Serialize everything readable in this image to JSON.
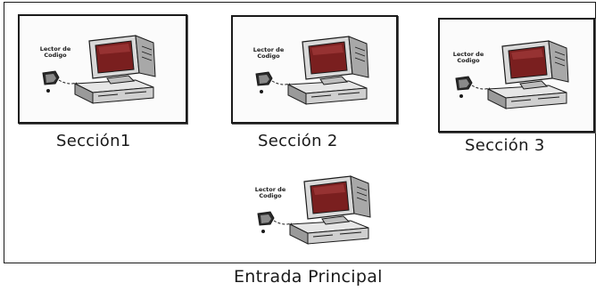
{
  "sections": [
    {
      "id": "seccion-1",
      "caption": "Sección1",
      "reader_label": "Lector de\nCodigo"
    },
    {
      "id": "seccion-2",
      "caption": "Sección 2",
      "reader_label": "Lector de\nCodigo"
    },
    {
      "id": "seccion-3",
      "caption": "Sección 3",
      "reader_label": "Lector de\nCodigo"
    }
  ],
  "main_entrance": {
    "caption": "Entrada Principal",
    "reader_label": "Lector de\nCodigo"
  },
  "icons": {
    "station": "desktop-computer-with-barcode-reader-icon"
  },
  "colors": {
    "line": "#1a1a1a",
    "screen": "#7a1f1f",
    "monitor": "#d9d9d9",
    "background": "#ffffff"
  }
}
